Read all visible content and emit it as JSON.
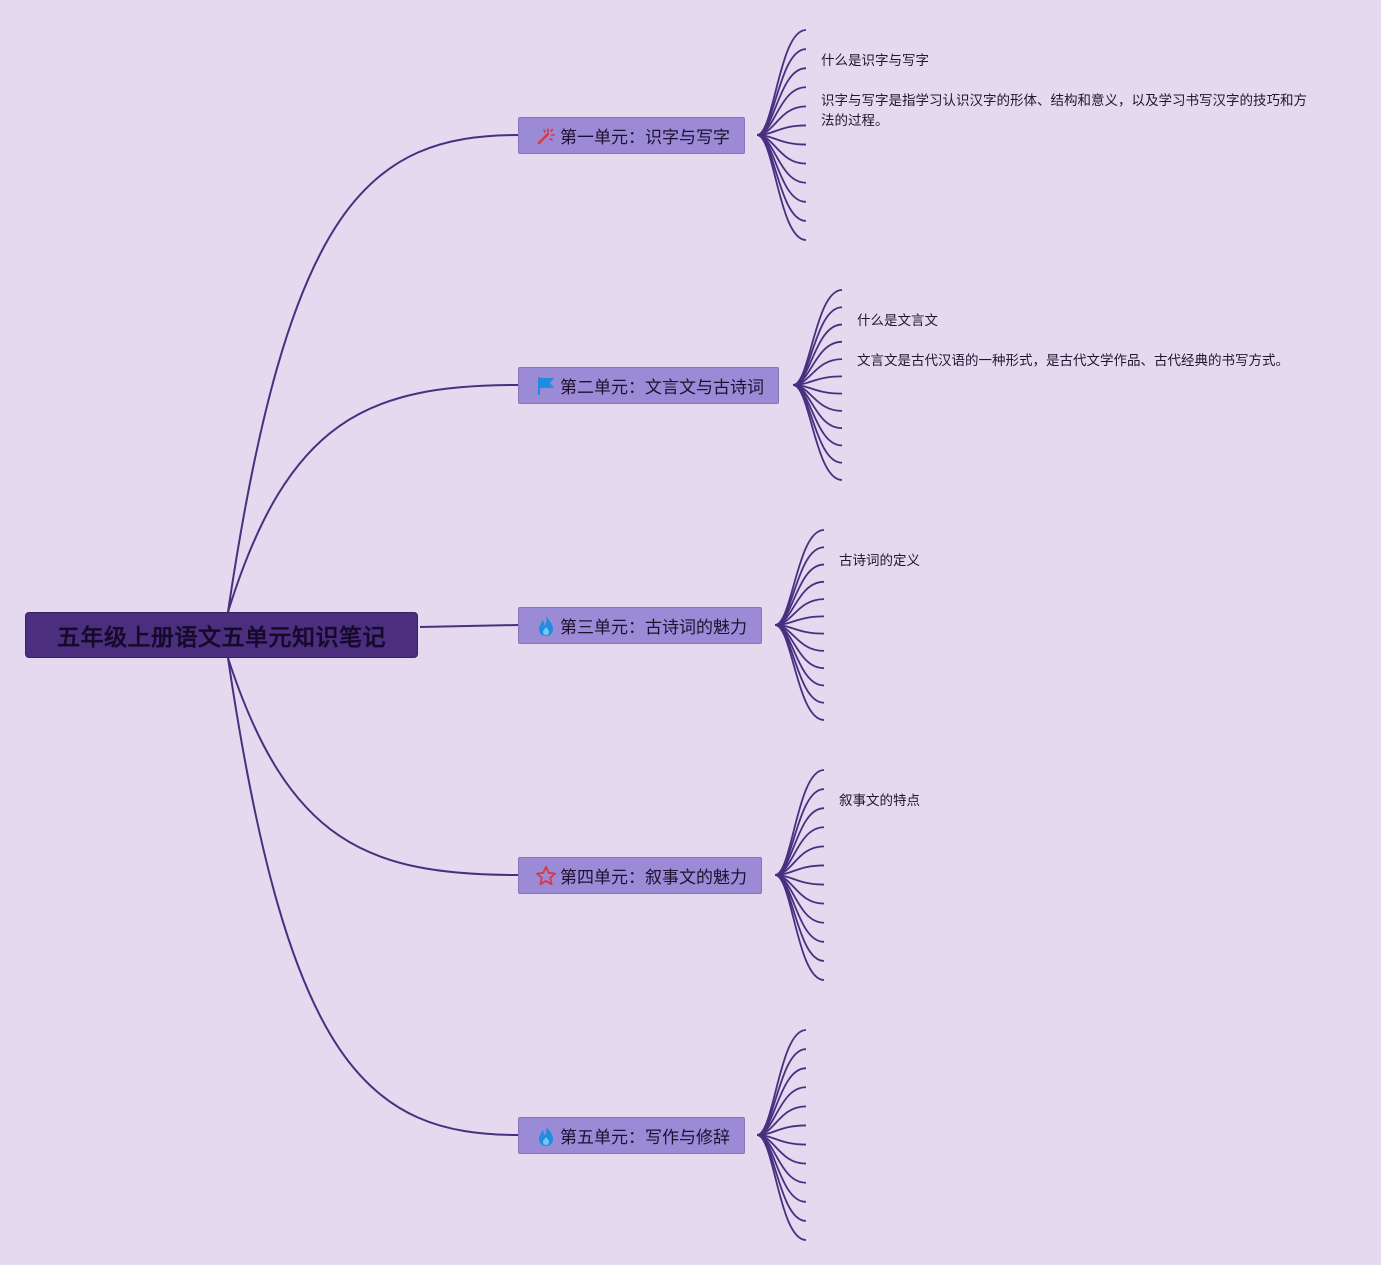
{
  "root": {
    "title": "五年级上册语文五单元知识笔记"
  },
  "units": [
    {
      "label": "第一单元：识字与写字",
      "icon": "magic-wand-icon",
      "icon_color": "#d9383f",
      "leaves": [
        "什么是识字与写字",
        "识字与写字是指学习认识汉字的形体、结构和意义，以及学习书写汉字的技巧和方法的过程。"
      ]
    },
    {
      "label": "第二单元：文言文与古诗词",
      "icon": "flag-icon",
      "icon_color": "#1f8ee0",
      "leaves": [
        "什么是文言文",
        "文言文是古代汉语的一种形式，是古代文学作品、古代经典的书写方式。"
      ]
    },
    {
      "label": "第三单元：古诗词的魅力",
      "icon": "flame-icon",
      "icon_color": "#1f8ee0",
      "leaves": [
        "古诗词的定义"
      ]
    },
    {
      "label": "第四单元：叙事文的魅力",
      "icon": "star-icon",
      "icon_color": "#e0323a",
      "leaves": [
        "叙事文的特点"
      ]
    },
    {
      "label": "第五单元：写作与修辞",
      "icon": "flame-icon",
      "icon_color": "#1f8ee0",
      "leaves": []
    }
  ],
  "colors": {
    "background": "#e4d9ee",
    "line": "#4a2f80",
    "root_fill": "#4b2e7e",
    "unit_fill": "#9b8ad6"
  }
}
